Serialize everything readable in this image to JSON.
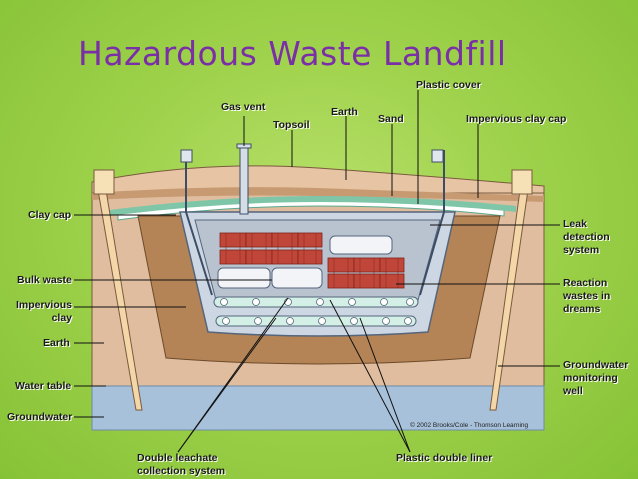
{
  "title": "Hazardous Waste Landfill",
  "labels": {
    "plastic_cover": "Plastic cover",
    "gas_vent": "Gas vent",
    "earth_top": "Earth",
    "topsoil": "Topsoil",
    "sand": "Sand",
    "impervious_clay_cap": "Impervious clay cap",
    "clay_cap": "Clay cap",
    "bulk_waste": "Bulk waste",
    "impervious_clay": "Impervious clay",
    "earth_left": "Earth",
    "water_table": "Water table",
    "groundwater": "Groundwater",
    "leak_detection_system": "Leak detection system",
    "reaction_wastes": "Reaction wastes in dreams",
    "groundwater_monitoring_well": "Groundwater monitoring well",
    "double_leachate": "Double leachate collection system",
    "plastic_double_liner": "Plastic double liner"
  },
  "copyright": "© 2002 Brooks/Cole - Thomson Learning",
  "colors": {
    "background": "#9fd24c",
    "title": "#7b2fa6",
    "earth": "#dcb594",
    "clay": "#b78860",
    "groundwater": "#a3bdd9",
    "liner": "#c8d2e0",
    "drum": "#c0392b"
  }
}
